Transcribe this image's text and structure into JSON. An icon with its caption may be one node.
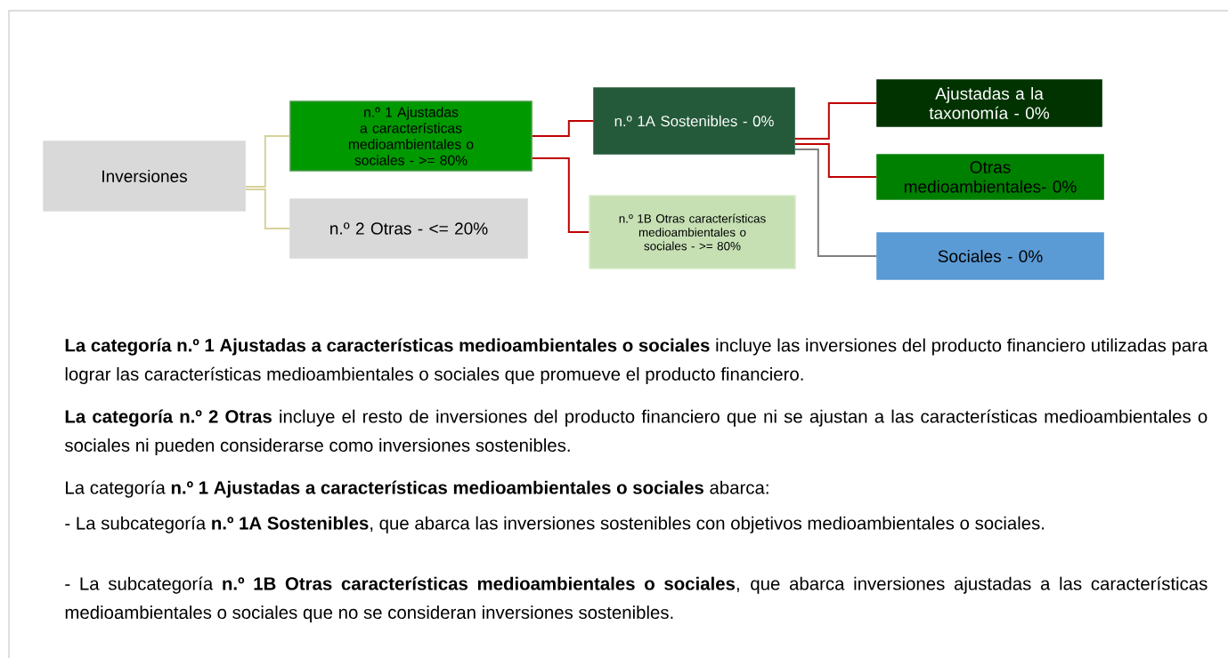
{
  "diagram": {
    "nodes": [
      {
        "text": [
          "Inversiones"
        ]
      },
      {
        "text": [
          "n.º 1 Ajustadas a características medioambientales o sociales - >= 80%"
        ]
      },
      {
        "text": [
          "n.º 2 Otras - <= 20%"
        ]
      },
      {
        "text": [
          "n.º 1A Sostenibles - 0%"
        ]
      },
      {
        "text": [
          "n.º 1B Otras características medioambientales o sociales - >= 80%"
        ]
      },
      {
        "text": [
          "Ajustadas a la taxonomía - 0%"
        ]
      },
      {
        "text": [
          "Otras medioambientales- 0%"
        ]
      },
      {
        "text": [
          "Sociales - 0%"
        ]
      }
    ],
    "edges": [
      {
        "from": 0,
        "to": 1,
        "arrow": "none",
        "color": "#d6d29a"
      },
      {
        "from": 0,
        "to": 2,
        "arrow": "none",
        "color": "#d6d29a"
      },
      {
        "from": 1,
        "to": 3,
        "arrow": "none"
      },
      {
        "from": 1,
        "to": 4,
        "arrow": "none"
      },
      {
        "from": 3,
        "to": 5,
        "arrow": "none"
      },
      {
        "from": 3,
        "to": 6,
        "arrow": "none"
      },
      {
        "from": 3,
        "to": 7,
        "arrow": "none",
        "color": "#7f7f7f"
      }
    ],
    "labels": [
      "**La categoría n.º 1 Ajustadas a características medioambientales o sociales** incluye las inversiones del producto financiero utilizadas para lograr las características medioambientales o sociales que promueve el producto financiero.",
      "**La categoría n.º 2 Otras** incluye el resto de inversiones del producto financiero que ni se ajustan a las características medioambientales o sociales ni pueden considerarse como inversiones sostenibles.",
      "La categoría **n.º 1 Ajustadas a características medioambientales o sociales** abarca:",
      "- La subcategoría **n.º 1A Sostenibles**, que abarca las inversiones sostenibles con objetivos medioambientales o sociales.",
      "- La subcategoría **n.º 1B Otras características medioambientales o sociales**, que abarca inversiones ajustadas a las características medioambientales o sociales que no se consideran inversiones sostenibles."
    ]
  }
}
